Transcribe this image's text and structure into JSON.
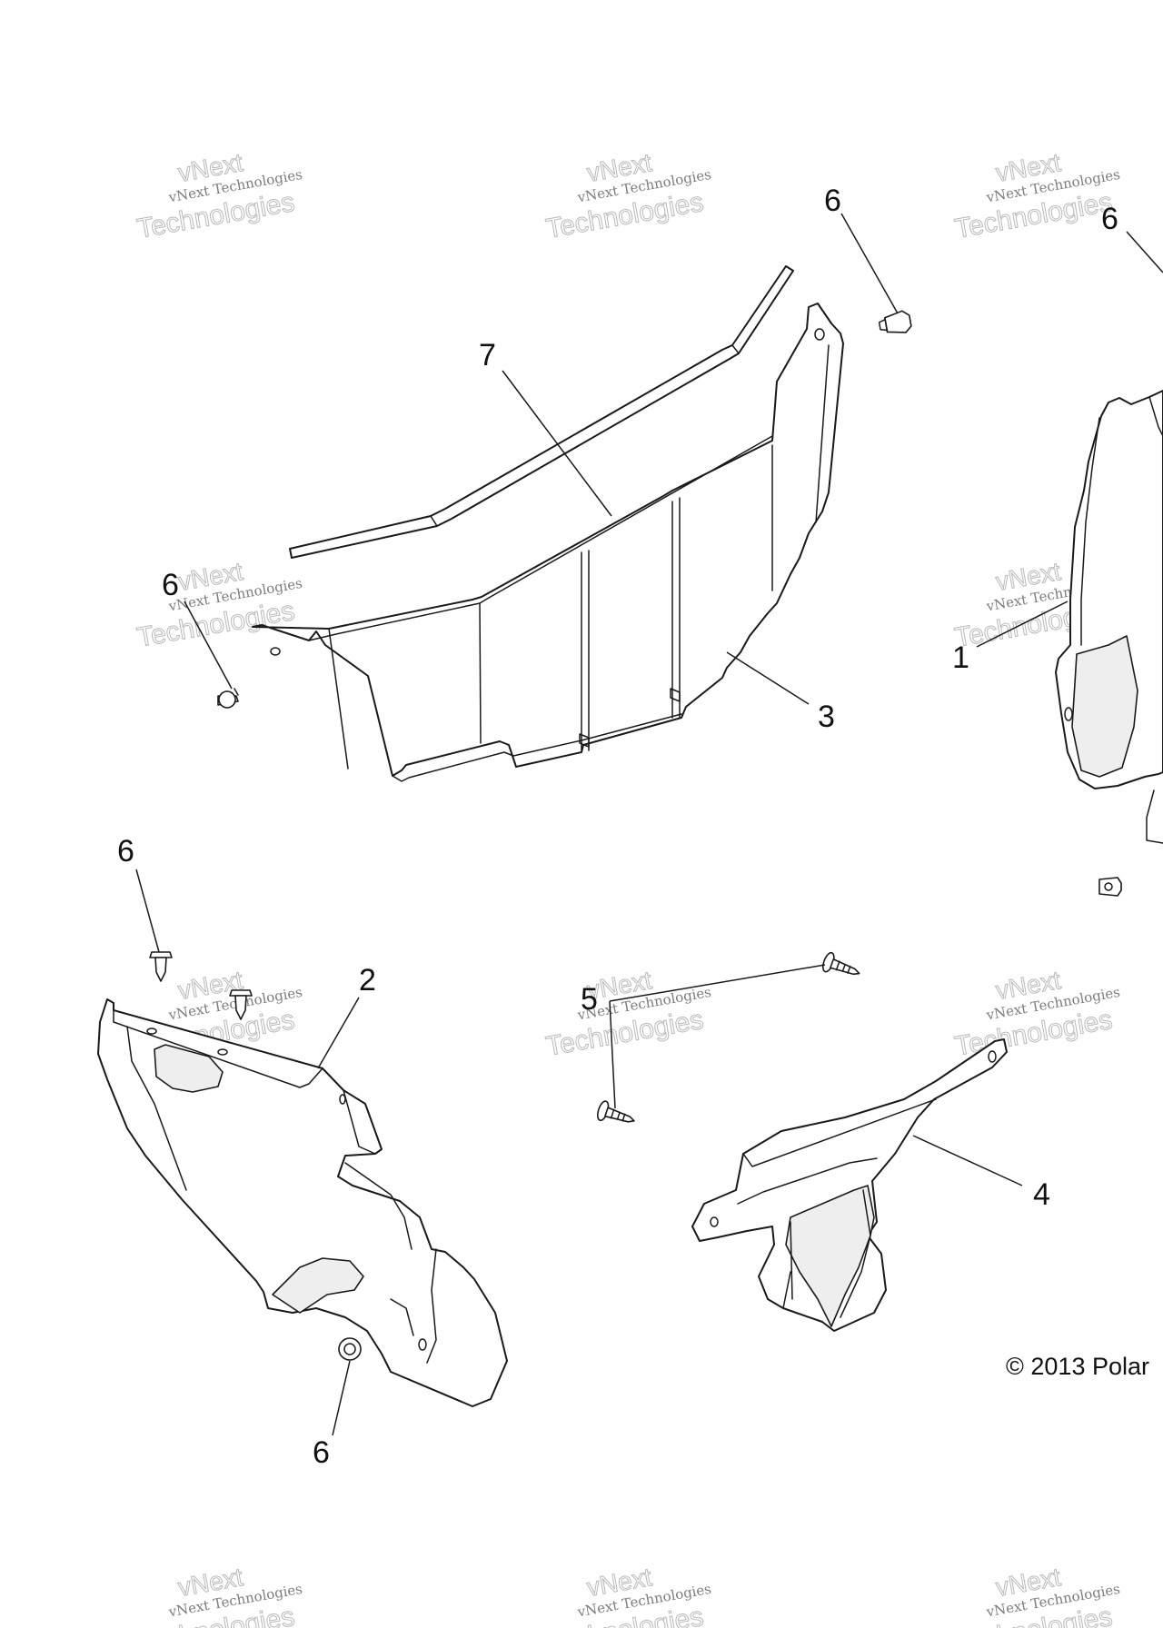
{
  "watermark": {
    "line1": "vNext",
    "line2": "vNext Technologies",
    "line3": "Technologies"
  },
  "callouts": {
    "c1": "1",
    "c2": "2",
    "c3": "3",
    "c4": "4",
    "c5": "5",
    "c6": "6",
    "c7": "7"
  },
  "copyright": "© 2013 Polar"
}
